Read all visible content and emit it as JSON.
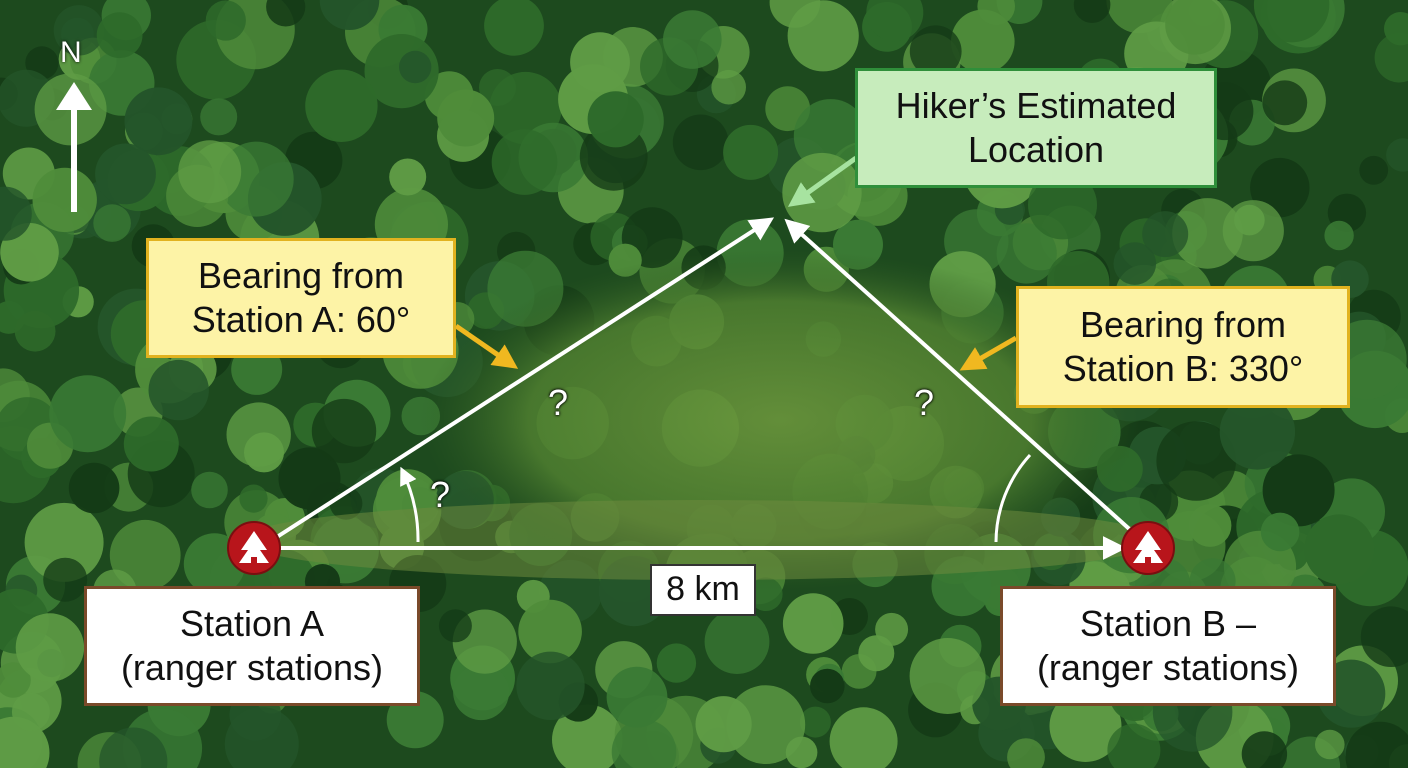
{
  "compass": {
    "north_label": "N"
  },
  "station_a": {
    "line1": "Station A",
    "line2": "(ranger stations)"
  },
  "station_b": {
    "line1": "Station B –",
    "line2": "(ranger stations)"
  },
  "bearing_a": {
    "line1": "Bearing from",
    "line2": "Station A: 60°"
  },
  "bearing_b": {
    "line1": "Bearing from",
    "line2": "Station B: 330°"
  },
  "hiker": {
    "line1": "Hiker’s Estimated",
    "line2": "Location"
  },
  "distance": {
    "label": "8 km"
  },
  "unknowns": {
    "q1": "?",
    "q2": "?",
    "q3": "?"
  },
  "icons": {
    "station_marker": "ranger-tent-icon",
    "compass": "north-arrow-icon"
  },
  "colors": {
    "forest_dark": "#143a16",
    "forest_mid": "#2e6a2a",
    "forest_light": "#4f8c3a",
    "clearing": "#6b8f3c",
    "station_marker": "#b8151b",
    "yellow_callout": "#fdf3a6",
    "yellow_border": "#e1b21f",
    "green_callout": "#c7ecbc",
    "green_border": "#2f8f3a",
    "station_border": "#7a4a2a",
    "pointer_yellow": "#f0b820",
    "pointer_green": "#8fd38a"
  }
}
